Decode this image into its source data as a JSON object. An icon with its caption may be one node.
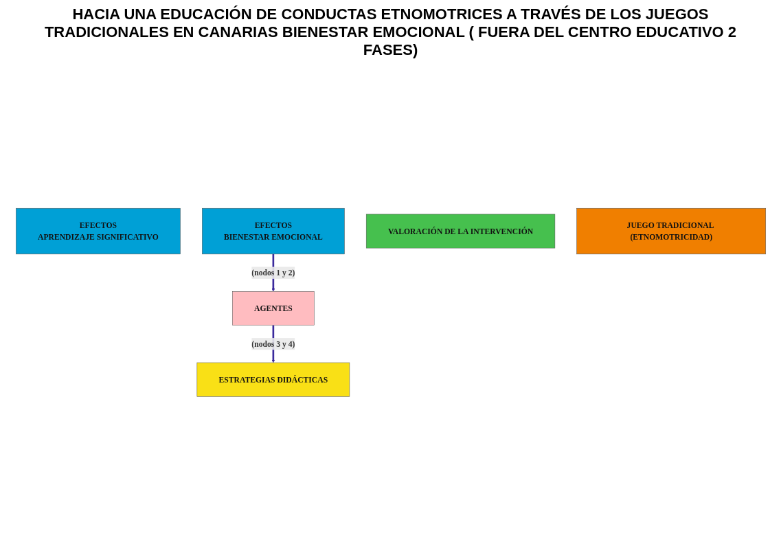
{
  "diagram": {
    "title": "HACIA UNA EDUCACIÓN DE CONDUCTAS ETNOMOTRICES A TRAVÉS DE LOS JUEGOS TRADICIONALES EN CANARIAS BIENESTAR EMOCIONAL ( FUERA DEL CENTRO EDUCATIVO 2 FASES)",
    "nodes": [
      {
        "text": [
          "EFECTOS",
          "APRENDIZAJE SIGNIFICATIVO"
        ]
      },
      {
        "text": [
          "EFECTOS",
          "BIENESTAR EMOCIONAL"
        ]
      },
      {
        "text": [
          "AGENTES"
        ]
      },
      {
        "text": [
          "VALORACIÓN DE LA INTERVENCIÓN"
        ]
      },
      {
        "text": [
          "JUEGO TRADICIONAL (ETNOMOTRICIDAD)"
        ]
      },
      {
        "text": [
          "ESTRATEGIAS DIDÁCTICAS"
        ]
      }
    ],
    "edges": [
      {
        "from": 1,
        "to": 2,
        "arrow": "to",
        "label": "(nodos 1 y 2)"
      },
      {
        "from": 2,
        "to": 5,
        "arrow": "to",
        "label": "(nodos 3 y 4)"
      }
    ]
  }
}
